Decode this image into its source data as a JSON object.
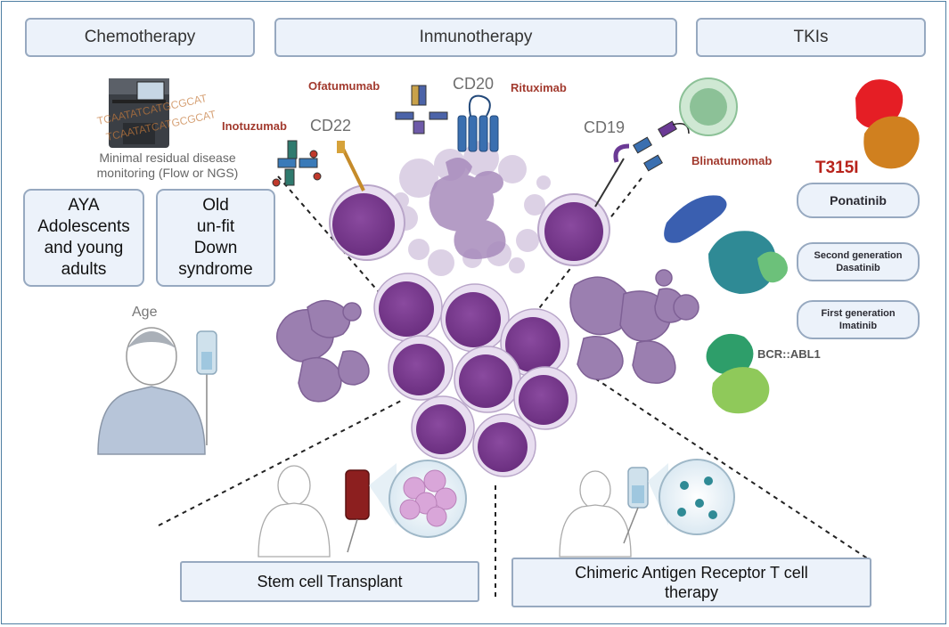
{
  "headers": {
    "chemotherapy": "Chemotherapy",
    "immunotherapy": "Inmunotherapy",
    "tkis": "TKIs"
  },
  "chemotherapy": {
    "mrd_label": "Minimal residual disease\nmonitoring (Flow or NGS)",
    "dna_text": "TCAATATCATGCGCAT",
    "aya_box": "AYA\nAdolescents\nand young\nadults",
    "old_box": "Old\nun-fit\nDown\nsyndrome",
    "age_label": "Age"
  },
  "immunotherapy": {
    "cd22": "CD22",
    "cd20": "CD20",
    "cd19": "CD19",
    "inotuzumab": "Inotuzumab",
    "ofatumumab": "Ofatumumab",
    "rituximab": "Rituximab",
    "blinatumomab": "Blinatumomab"
  },
  "tkis": {
    "mutation": "T315I",
    "ponatinib": "Ponatinib",
    "second_gen": {
      "line1": "Second generation",
      "line2": "Dasatinib"
    },
    "first_gen": {
      "line1": "First generation",
      "line2": "Imatinib"
    },
    "fusion": "BCR::ABL1"
  },
  "bottom": {
    "sct": "Stem cell Transplant",
    "cart": "Chimeric Antigen Receptor T cell\ntherapy"
  },
  "colors": {
    "blast": "#7a3d8f",
    "blast_halo": "#e8def0",
    "debris": "#9b7fb0",
    "box_fill": "#ecf2fa",
    "box_border": "#97a9c0",
    "drug_label": "#a23a2e"
  }
}
